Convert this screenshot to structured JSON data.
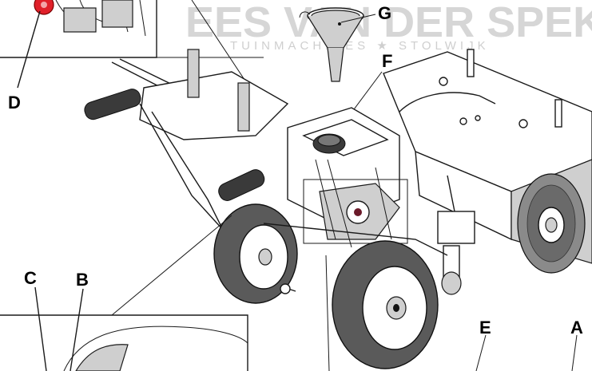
{
  "watermark": {
    "brand": "EES VAN DER SPEK",
    "subtitle": "TUINMACHINES ★ STOLWIJK"
  },
  "callouts": {
    "a": "A",
    "b": "B",
    "c": "C",
    "d": "D",
    "e": "E",
    "f": "F",
    "g": "G"
  },
  "colors": {
    "highlight_red": "#e0202a",
    "line": "#1a1a1a",
    "tire": "#5a5a5a",
    "watermark": "#d6d6d6"
  },
  "icons": {
    "funnel": "funnel-icon",
    "fuel_cap": "fuel-cap-icon"
  }
}
